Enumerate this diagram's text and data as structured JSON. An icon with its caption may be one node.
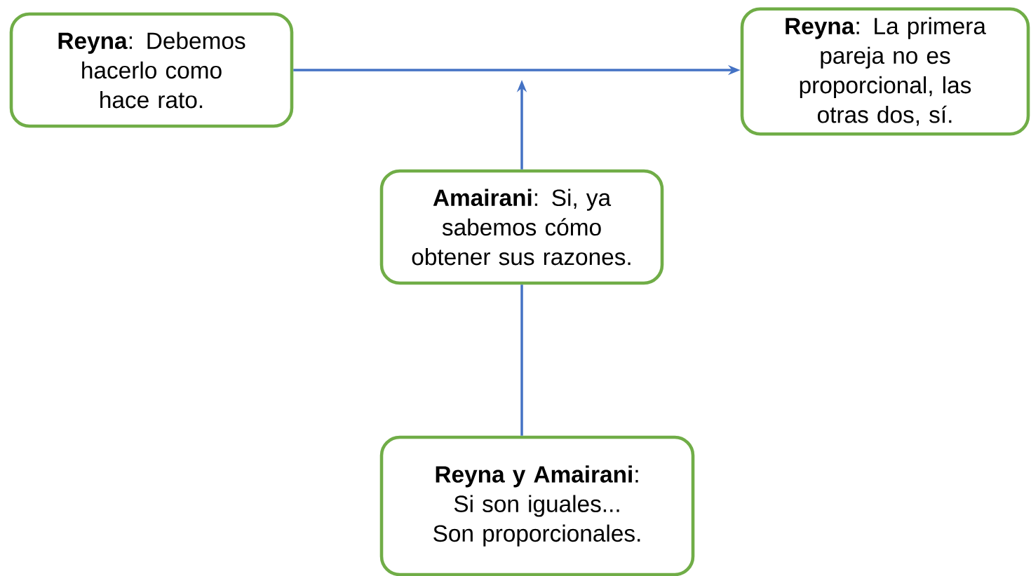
{
  "diagram": {
    "nodes": [
      {
        "text": [
          "**Reyna**: Debemos hacerlo como hace rato."
        ]
      },
      {
        "text": [
          "**Reyna**: La primera pareja no es proporcional, las otras dos, sí."
        ]
      },
      {
        "text": [
          "**Amairani**: Si, ya sabemos cómo obtener sus razones."
        ]
      },
      {
        "text": [
          "**Reyna y Amairani**: Si son iguales... Son proporcionales."
        ]
      }
    ],
    "edges": [
      {
        "from": 0,
        "to": 1,
        "arrow": "to"
      },
      {
        "from": 2,
        "to": null,
        "arrow": "to"
      },
      {
        "from": 3,
        "to": 2,
        "arrow": "none"
      }
    ]
  }
}
